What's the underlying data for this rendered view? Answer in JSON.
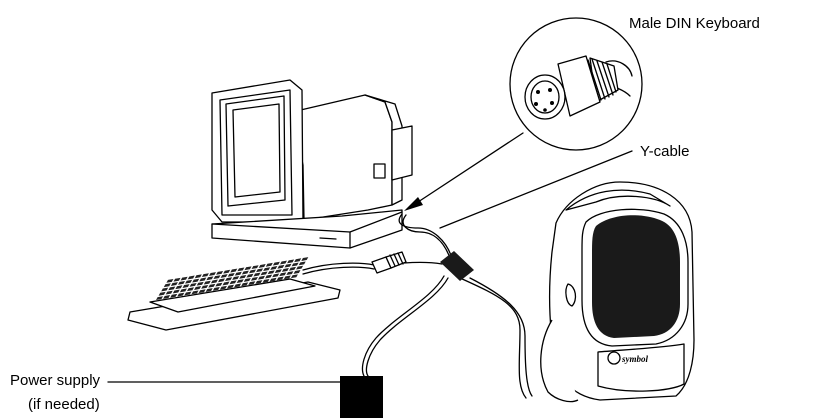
{
  "labels": {
    "din_keyboard": "Male DIN Keyboard",
    "y_cable": "Y-cable",
    "power_supply_line1": "Power supply",
    "power_supply_line2": "(if needed)"
  },
  "scanner_logo": "symbol"
}
